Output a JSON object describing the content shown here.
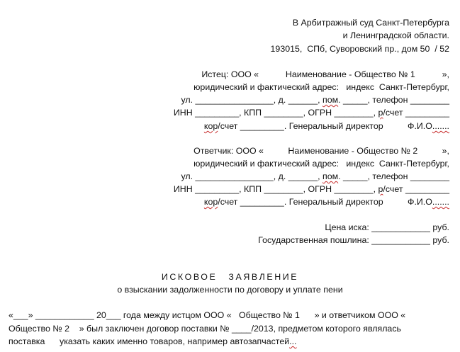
{
  "court": {
    "line1": "В Арбитражный суд Санкт-Петербурга",
    "line2": "и Ленинградской области.",
    "line3": "193015,  СПб, Суворовский пр., дом 50  / 52"
  },
  "plaintiff": {
    "line1": "Истец: ООО «           Наименование - Общество № 1           »,",
    "line2": "юридический и фактический адрес:   индекс  Санкт-Петербург,",
    "line3a": "ул. ________________, д. ______, ",
    "line3b": "пом",
    "line3c": ". _____, телефон ________",
    "line4a": "ИНН _________, КПП ________, ОГРН ________, ",
    "line4b": "р",
    "line4c": "/счет _________",
    "line5a": "кор",
    "line5b": "/счет _________. Генеральный директор          Ф.И.О",
    "line5c": "......."
  },
  "defendant": {
    "line1": "Ответчик: ООО «          Наименование - Общество № 2          »,",
    "line2": "юридический и фактический адрес:   индекс  Санкт-Петербург,",
    "line3a": "ул. ________________, д. ______, ",
    "line3b": "пом",
    "line3c": ". _____, телефон ________",
    "line4a": "ИНН _________, КПП ________, ОГРН ________, ",
    "line4b": "р",
    "line4c": "/счет _________",
    "line5a": "кор",
    "line5b": "/счет _________. Генеральный директор          Ф.И.О",
    "line5c": "......."
  },
  "claim": {
    "price": "Цена иска: ____________ руб.",
    "duty": "Государственная пошлина: ____________ руб."
  },
  "heading": {
    "title": "ИСКОВОЕ ЗАЯВЛЕНИЕ",
    "subtitle": "о взыскании задолженности по договору и уплате пени"
  },
  "body": {
    "line1": "«___» ____________ 20___ года между истцом ООО «   Общество № 1      » и ответчиком ООО «",
    "line2": "Общество № 2    » был заключен договор поставки № ____/2013, предметом которого являлась",
    "line3a": "поставка      указать каких именно товаров, например автозапчастей",
    "line3b": "..."
  }
}
